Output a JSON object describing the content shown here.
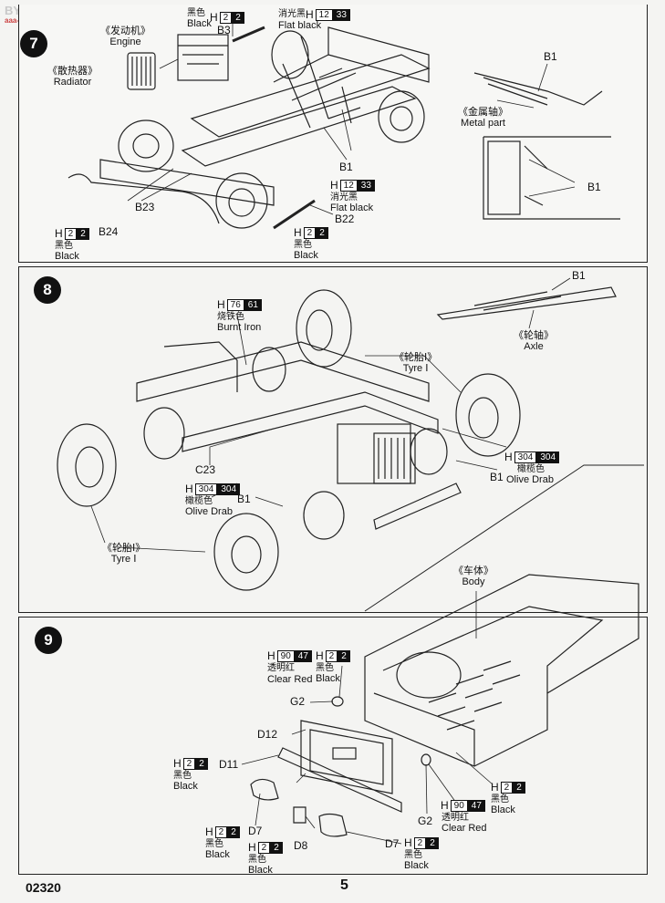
{
  "watermark": {
    "text": "BY SEARCH",
    "sub": "aaa-shop.com"
  },
  "footer": {
    "code": "02320",
    "page": "5"
  },
  "step7": {
    "number": "7",
    "engine": {
      "cn": "《发动机》",
      "en": "Engine"
    },
    "radiator": {
      "cn": "《散热器》",
      "en": "Radiator"
    },
    "metal": {
      "cn": "《金属轴》",
      "en": "Metal part"
    },
    "parts": {
      "b3": "B3",
      "b1a": "B1",
      "b1b": "B1",
      "b1c": "B1",
      "b23": "B23",
      "b24": "B24",
      "b22": "B22"
    },
    "codes": [
      {
        "id": "c7a",
        "h": "H",
        "n1": "2",
        "n2": "2",
        "cn": "黑色",
        "en": "Black"
      },
      {
        "id": "c7b",
        "h": "H",
        "n1": "12",
        "n2": "33",
        "cn": "消光黑",
        "en": "Flat black"
      },
      {
        "id": "c7c",
        "h": "H",
        "n1": "12",
        "n2": "33",
        "cn": "消光黑",
        "en": "Flat black"
      },
      {
        "id": "c7d",
        "h": "H",
        "n1": "2",
        "n2": "2",
        "cn": "黑色",
        "en": "Black"
      },
      {
        "id": "c7e",
        "h": "H",
        "n1": "2",
        "n2": "2",
        "cn": "黑色",
        "en": "Black"
      }
    ]
  },
  "step8": {
    "number": "8",
    "axle": {
      "cn": "《轮轴》",
      "en": "Axle"
    },
    "tyre1": {
      "cn": "《轮胎Ⅰ》",
      "en": "Tyre Ⅰ"
    },
    "tyre2": {
      "cn": "《轮胎Ⅰ》",
      "en": "Tyre Ⅰ"
    },
    "parts": {
      "b1a": "B1",
      "b1b": "B1",
      "b1c": "B1",
      "c23": "C23"
    },
    "codes": [
      {
        "id": "c8a",
        "h": "H",
        "n1": "76",
        "n2": "61",
        "cn": "烧铁色",
        "en": "Burnt Iron"
      },
      {
        "id": "c8b",
        "h": "H",
        "n1": "304",
        "n2": "304",
        "cn": "橄榄色",
        "en": "Olive Drab"
      },
      {
        "id": "c8c",
        "h": "H",
        "n1": "304",
        "n2": "304",
        "cn": "橄榄色",
        "en": "Olive Drab"
      }
    ]
  },
  "step9": {
    "number": "9",
    "body": {
      "cn": "《车体》",
      "en": "Body"
    },
    "parts": {
      "g2a": "G2",
      "g2b": "G2",
      "d12": "D12",
      "d11": "D11",
      "d7a": "D7",
      "d7b": "D7",
      "d8": "D8"
    },
    "codes": [
      {
        "id": "c9a",
        "h": "H",
        "n1": "90",
        "n2": "47",
        "cn": "透明红",
        "en": "Clear Red"
      },
      {
        "id": "c9b",
        "h": "H",
        "n1": "2",
        "n2": "2",
        "cn": "黑色",
        "en": "Black"
      },
      {
        "id": "c9c",
        "h": "H",
        "n1": "2",
        "n2": "2",
        "cn": "黑色",
        "en": "Black"
      },
      {
        "id": "c9d",
        "h": "H",
        "n1": "2",
        "n2": "2",
        "cn": "黑色",
        "en": "Black"
      },
      {
        "id": "c9e",
        "h": "H",
        "n1": "90",
        "n2": "47",
        "cn": "透明红",
        "en": "Clear Red"
      },
      {
        "id": "c9f",
        "h": "H",
        "n1": "2",
        "n2": "2",
        "cn": "黑色",
        "en": "Black"
      },
      {
        "id": "c9g",
        "h": "H",
        "n1": "2",
        "n2": "2",
        "cn": "黑色",
        "en": "Black"
      },
      {
        "id": "c9h",
        "h": "H",
        "n1": "2",
        "n2": "2",
        "cn": "黑色",
        "en": "Black"
      }
    ]
  }
}
